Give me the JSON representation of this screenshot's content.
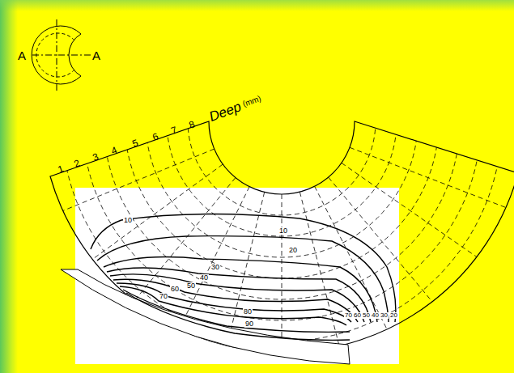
{
  "diagram": {
    "labels": [
      "A",
      "A",
      "Deep",
      "(mm)",
      "1",
      "2",
      "3",
      "4",
      "5",
      "6",
      "7",
      "8",
      "10",
      "10",
      "20",
      "30",
      "40",
      "50",
      "60",
      "70",
      "80",
      "90",
      "70",
      "60",
      "50",
      "40",
      "30",
      "20"
    ]
  }
}
